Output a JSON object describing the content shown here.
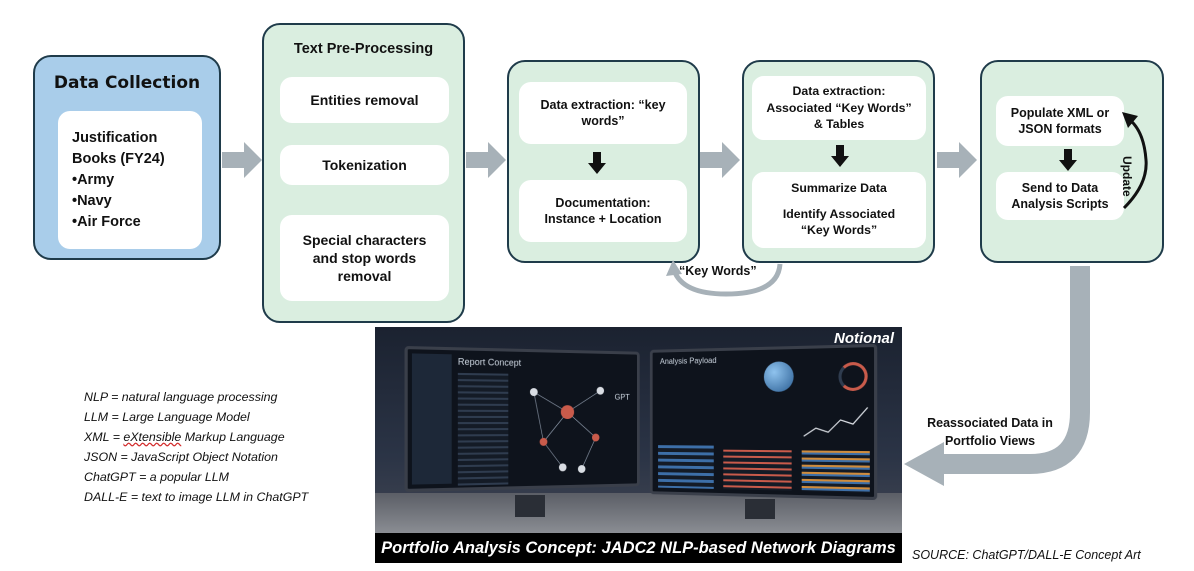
{
  "stages": {
    "data_collection": {
      "title": "Data Collection",
      "items": [
        "Justification Books (FY24)",
        "•Army",
        "•Navy",
        "•Air Force"
      ]
    },
    "pre_processing": {
      "title": "Text Pre-Processing",
      "steps": [
        "Entities removal",
        "Tokenization",
        "Special characters and stop words removal"
      ]
    },
    "extraction_1": {
      "top": "Data extraction: “key words”",
      "bottom": "Documentation: Instance + Location"
    },
    "extraction_2": {
      "top": "Data extraction: Associated “Key Words” & Tables",
      "bottom_line1": "Summarize Data",
      "bottom_line2": "Identify Associated “Key Words”"
    },
    "output": {
      "top": "Populate XML or JSON formats",
      "bottom": "Send to Data Analysis Scripts",
      "loop_label": "Update"
    }
  },
  "feedback_label": "“Key Words”",
  "return_label": "Reassociated Data in Portfolio Views",
  "legend": [
    "NLP = natural language processing",
    "LLM = Large Language Model",
    "XML = eXtensible Markup Language",
    "JSON = JavaScript Object Notation",
    "ChatGPT = a popular LLM",
    "DALL-E = text to image LLM in ChatGPT"
  ],
  "concept_art": {
    "badge": "Notional",
    "caption": "Portfolio Analysis Concept: JADC2 NLP-based Network Diagrams",
    "left_screen_title": "Report Concept",
    "right_screen_title": "Analysis Payload",
    "left_tag": "GPT"
  },
  "source": "SOURCE: ChatGPT/DALL-E Concept Art",
  "colors": {
    "stage_fill": "#daeee0",
    "collection_fill": "#a9cdea",
    "border": "#1f3b4a",
    "arrow": "#a7b1b8"
  }
}
